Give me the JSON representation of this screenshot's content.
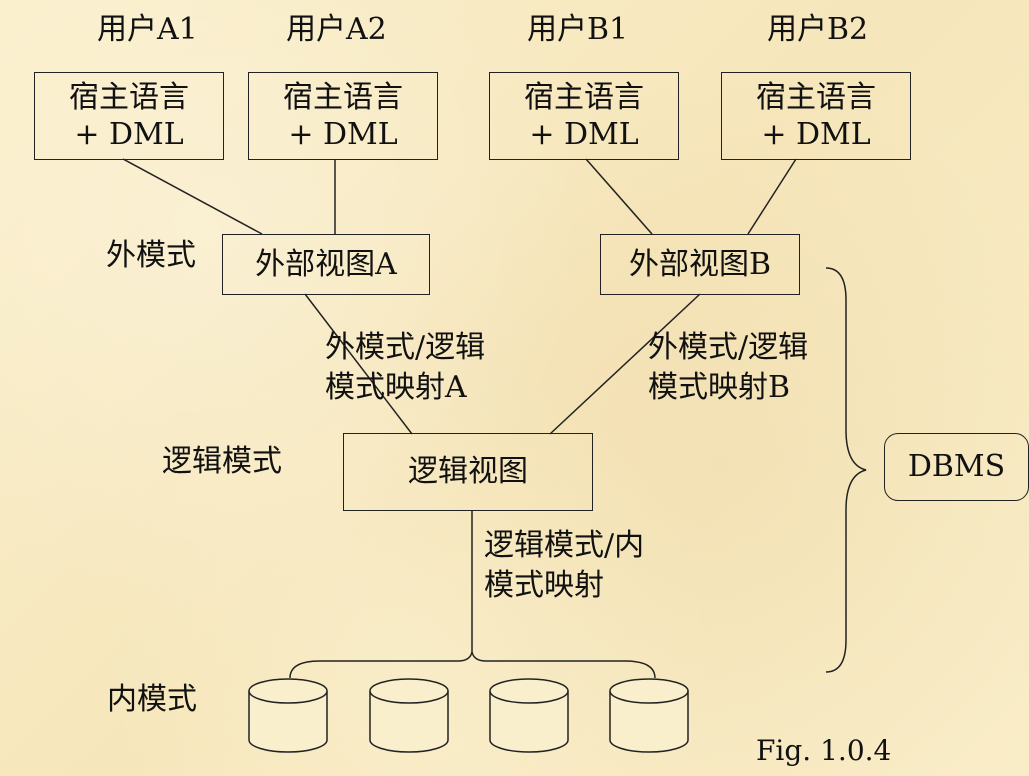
{
  "users": [
    "用户A1",
    "用户A2",
    "用户B1",
    "用户B2"
  ],
  "host_box": {
    "line1": "宿主语言",
    "line2": "+ DML"
  },
  "levels": {
    "external": "外模式",
    "logical": "逻辑模式",
    "internal": "内模式"
  },
  "views": {
    "external_a": "外部视图A",
    "external_b": "外部视图B",
    "logical": "逻辑视图"
  },
  "mappings": {
    "a_line1": "外模式/逻辑",
    "a_line2": "模式映射A",
    "b_line1": "外模式/逻辑",
    "b_line2": "模式映射B",
    "internal_line1": "逻辑模式/内",
    "internal_line2": "模式映射"
  },
  "dbms": "DBMS",
  "figure_label": "Fig. 1.0.4"
}
